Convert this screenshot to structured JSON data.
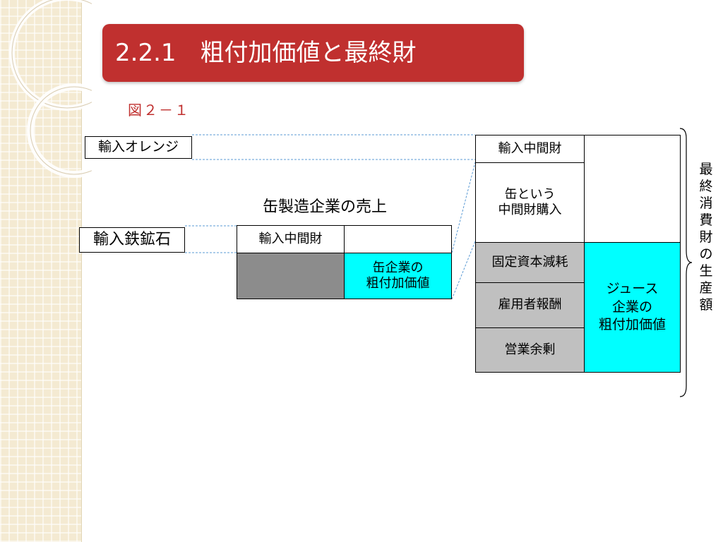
{
  "title": "2.2.1　粗付加価値と最終財",
  "figure_label": "図２－１",
  "colors": {
    "title_bg": "#c0302f",
    "value_added": "#00ffff",
    "cost_gray": "#c0c0c0",
    "dark_gray": "#8c8c8c",
    "sidebar": "#f4ead2"
  },
  "left": {
    "imported_orange": "輸入オレンジ",
    "imported_iron_ore": "輸入鉄鉱石"
  },
  "can_industry": {
    "sales_label": "缶製造企業の売上",
    "intermediate": "輸入中間財",
    "value_added_line1": "缶企業の",
    "value_added_line2": "粗付加価値"
  },
  "juice_industry": {
    "intermediate": "輸入中間財",
    "can_purchase_line1": "缶という",
    "can_purchase_line2": "中間財購入",
    "depreciation": "固定資本減耗",
    "compensation": "雇用者報酬",
    "operating_surplus": "営業余剰",
    "value_added_line1": "ジュース",
    "value_added_line2": "企業の",
    "value_added_line3": "粗付加価値"
  },
  "final_goods_label": "最終消費財の生産額"
}
